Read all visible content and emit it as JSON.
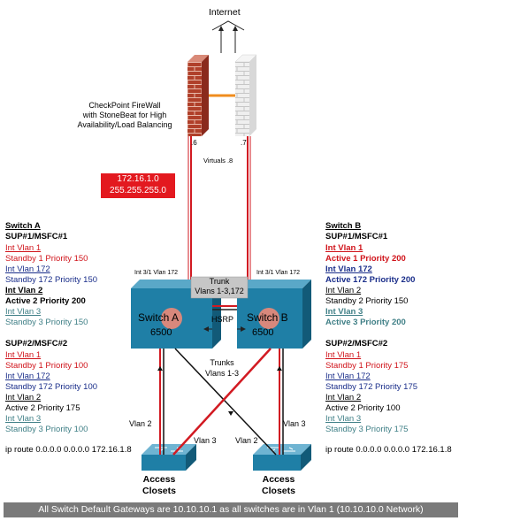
{
  "internet": "Internet",
  "firewall": {
    "label": "CheckPoint FireWall\nwith StoneBeat for High\nAvailability/Load Balancing",
    "left_ip": ".6",
    "right_ip": ".7",
    "virtual": "Virtuals .8"
  },
  "subnet": {
    "network": "172.16.1.0",
    "mask": "255.255.255.0",
    "color": "#e3191f"
  },
  "switch_a": {
    "heading": "Switch A",
    "port_label": "Int 3/1 Vlan 172",
    "name": "Switch A",
    "model": "6500",
    "sup1": {
      "title": "SUP#1/MSFC#1",
      "lines": [
        "Int Vlan 1",
        "Standby 1 Priority 150",
        "Int Vlan 172",
        "Standby 172 Priority 150",
        "Int Vlan 2",
        "Active 2 Priority 200",
        "Int Vlan 3",
        "Standby 3 Priority 150"
      ]
    },
    "sup2": {
      "title": "SUP#2/MSFC#2",
      "lines": [
        "Int Vlan 1",
        "Standby 1 Priority 100",
        "Int Vlan 172",
        "Standby 172 Priority 100",
        "Int Vlan 2",
        "Active 2 Priority 175",
        "Int Vlan 3",
        "Standby 3 Priority 100"
      ]
    },
    "route": "ip route 0.0.0.0 0.0.0.0 172.16.1.8"
  },
  "switch_b": {
    "heading": "Switch B",
    "port_label": "Int 3/1 Vlan 172",
    "name": "Switch B",
    "model": "6500",
    "sup1": {
      "title": "SUP#1/MSFC#1",
      "lines": [
        "Int Vlan 1",
        "Active 1 Priority 200",
        "Int Vlan 172",
        "Active 172 Priority 200",
        "Int Vlan 2",
        "Standby 2 Priority 150",
        "Int Vlan 3",
        "Active 3 Priority 200"
      ]
    },
    "sup2": {
      "title": "SUP#2/MSFC#2",
      "lines": [
        "Int Vlan 1",
        "Standby 1 Priority 175",
        "Int Vlan 172",
        "Standby 172 Priority 175",
        "Int Vlan 2",
        "Active 2 Priority 100",
        "Int Vlan 3",
        "Standby 3 Priority 175"
      ]
    },
    "route": "ip route 0.0.0.0 0.0.0.0 172.16.1.8"
  },
  "trunk": {
    "title": "Trunk",
    "vlans": "Vlans 1-3,172"
  },
  "hsrp": "HSRP",
  "trunks": {
    "title": "Trunks",
    "vlans": "Vlans 1-3"
  },
  "links": {
    "vlan2_left": "Vlan 2",
    "vlan3_left": "Vlan 3",
    "vlan2_right": "Vlan 2",
    "vlan3_right": "Vlan 3"
  },
  "closets": {
    "left": "Access\nClosets",
    "right": "Access\nClosets"
  },
  "footer": "All Switch Default Gateways are 10.10.10.1 as all switches are in Vlan 1 (10.10.10.0 Network)"
}
